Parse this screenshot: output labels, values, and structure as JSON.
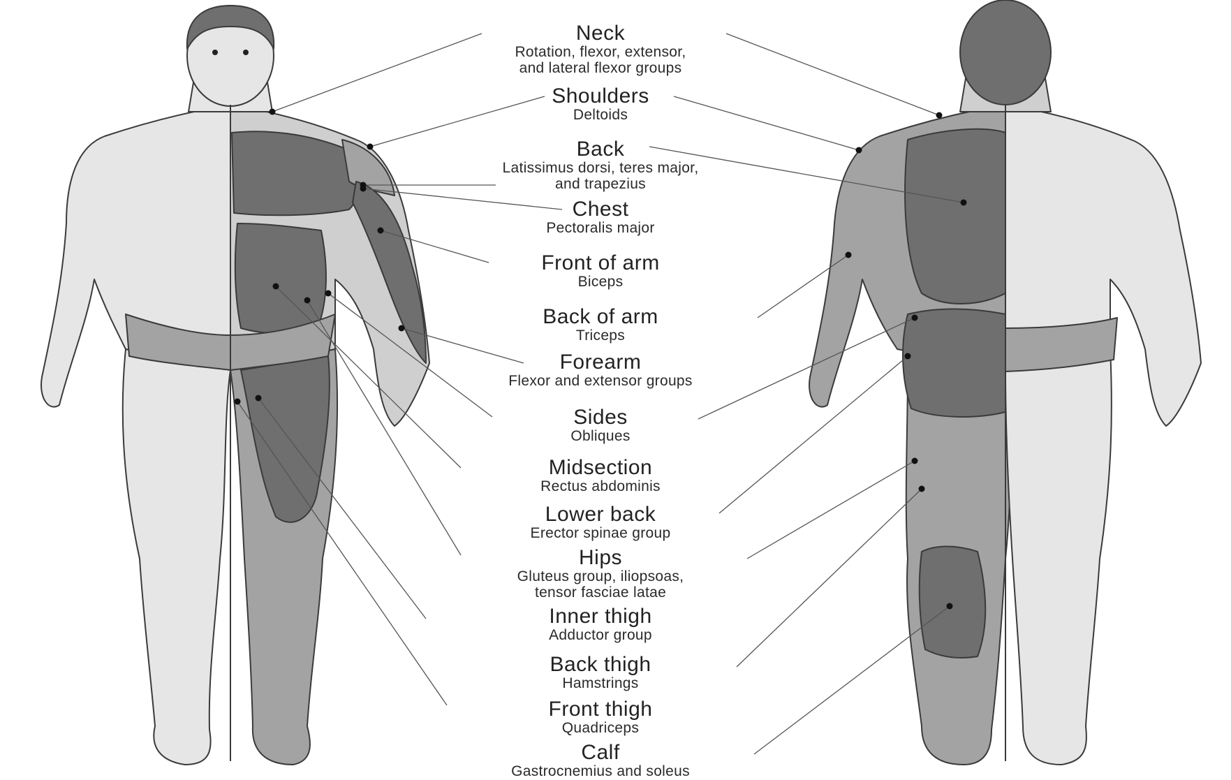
{
  "labels": [
    {
      "name": "Neck",
      "desc": [
        "Rotation, flexor, extensor,",
        "and lateral flexor groups"
      ]
    },
    {
      "name": "Shoulders",
      "desc": [
        "Deltoids"
      ]
    },
    {
      "name": "Back",
      "desc": [
        "Latissimus dorsi, teres major,",
        "and trapezius"
      ]
    },
    {
      "name": "Chest",
      "desc": [
        "Pectoralis major"
      ]
    },
    {
      "name": "Front of arm",
      "desc": [
        "Biceps"
      ]
    },
    {
      "name": "Back of arm",
      "desc": [
        "Triceps"
      ]
    },
    {
      "name": "Forearm",
      "desc": [
        "Flexor and extensor groups"
      ]
    },
    {
      "name": "Sides",
      "desc": [
        "Obliques"
      ]
    },
    {
      "name": "Midsection",
      "desc": [
        "Rectus abdominis"
      ]
    },
    {
      "name": "Lower back",
      "desc": [
        "Erector spinae group"
      ]
    },
    {
      "name": "Hips",
      "desc": [
        "Gluteus group, iliopsoas,",
        "tensor fasciae latae"
      ]
    },
    {
      "name": "Inner thigh",
      "desc": [
        "Adductor group"
      ]
    },
    {
      "name": "Back thigh",
      "desc": [
        "Hamstrings"
      ]
    },
    {
      "name": "Front thigh",
      "desc": [
        "Quadriceps"
      ]
    },
    {
      "name": "Calf",
      "desc": [
        "Gastrocnemius and soleus"
      ]
    }
  ],
  "colors": {
    "skin": "#e6e6e6",
    "muscle_dark": "#6f6f6f",
    "muscle_mid": "#a3a3a3",
    "muscle_light": "#cfcfcf",
    "outline": "#3a3a3a",
    "line": "#555555"
  }
}
